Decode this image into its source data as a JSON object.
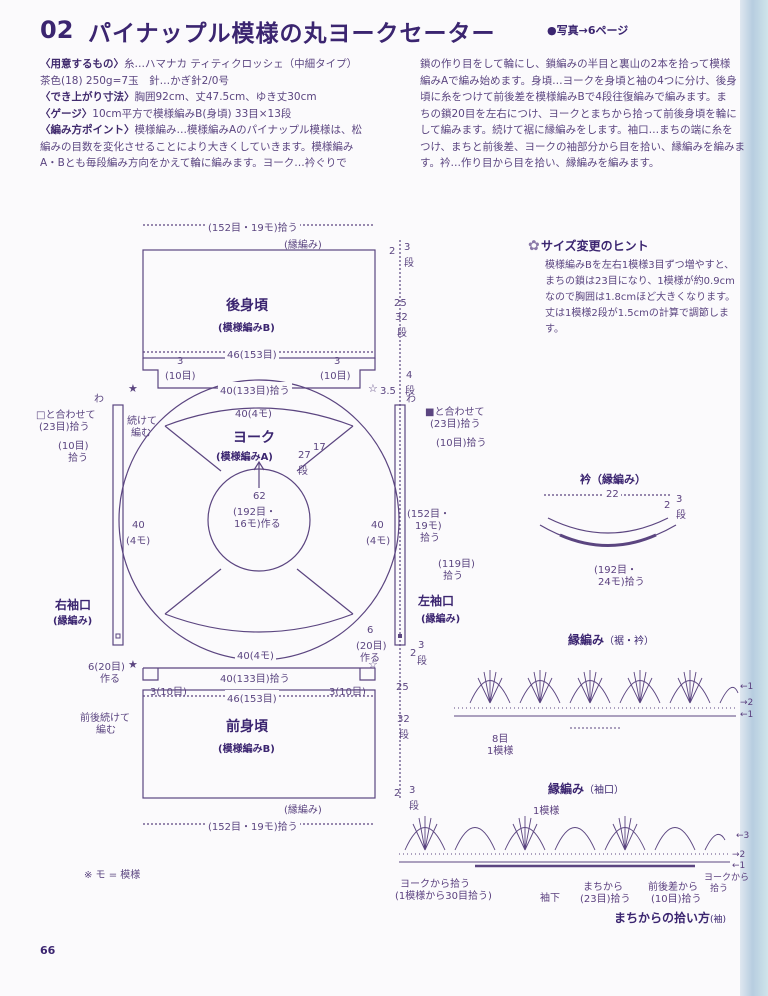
{
  "header": {
    "number": "02",
    "title": "パイナップル模様の丸ヨークセーター",
    "photo_ref": "●写真→6ページ"
  },
  "instructions": {
    "left_lines": [
      {
        "label": "〈用意するもの〉",
        "text": "糸…ハマナカ ティティクロッシェ（中細タイプ）"
      },
      {
        "label": "",
        "text": "茶色(18) 250g=7玉　針…かぎ針2/0号"
      },
      {
        "label": "〈でき上がり寸法〉",
        "text": "胸囲92cm、丈47.5cm、ゆき丈30cm"
      },
      {
        "label": "〈ゲージ〉",
        "text": "10cm平方で模様編みB(身頃) 33目×13段"
      },
      {
        "label": "〈編み方ポイント〉",
        "text": "模様編み…模様編みAのパイナップル模様は、松"
      },
      {
        "label": "",
        "text": "編みの目数を変化させることにより大きくしていきます。模様編み"
      },
      {
        "label": "",
        "text": "A・Bとも毎段編み方向をかえて輪に編みます。ヨーク…衿ぐりで"
      }
    ],
    "right_lines": [
      "鎖の作り目をして輪にし、鎖編みの半目と裏山の2本を拾って模様",
      "編みAで編み始めます。身頃…ヨークを身頃と袖の4つに分け、後身",
      "頃に糸をつけて前後差を模様編みBで4段往復編みで編みます。ま",
      "ちの鎖20目を左右につけ、ヨークとまちから拾って前後身頃を輪に",
      "して編みます。続けて裾に縁編みをします。袖口…まちの端に糸を",
      "つけ、まちと前後差、ヨークの袖部分から目を拾い、縁編みを編みま",
      "す。衿…作り目から目を拾い、縁編みを編みます。"
    ]
  },
  "diagram": {
    "back_top": "(152目・19モ)拾う",
    "back_edge": "(縁編み)",
    "back_name": "後身頃",
    "back_pattern": "(模様編みB)",
    "back_width": "46(153目)",
    "gusset_w": "3",
    "gusset_st": "(10目)",
    "pick_133": "40(133目)拾う",
    "yoke_top": "40(4モ)",
    "yoke_bottom": "40(4モ)",
    "yoke_name": "ヨーク",
    "yoke_pattern": "(模様編みA)",
    "yoke_side_num": "40",
    "yoke_side_mo": "(4モ)",
    "yoke_diag_a": "17",
    "yoke_diag_b": "27",
    "yoke_diag_c": "段",
    "center_a": "62",
    "center_b": "(192目・",
    "center_c": "16モ)作る",
    "wa": "わ",
    "cont_1": "続けて",
    "cont_2": "編む",
    "sq_join_1": "□と合わせて",
    "sq_join_2": "(23目)拾う",
    "blk_join_1": "■と合わせて",
    "blk_join_2": "(23目)拾う",
    "pick10_1": "(10目)",
    "pick10_2": "拾う",
    "pick10_r": "(10目)拾う",
    "sl_152_a": "(152目・",
    "sl_152_b": "19モ)",
    "sl_152_c": "拾う",
    "sl_119_a": "(119目)",
    "sl_119_b": "拾う",
    "right_cuff": "右袖口",
    "left_cuff": "左袖口",
    "cuff_edge": "(縁編み)",
    "make_a": "6(20目)",
    "make_b": "作る",
    "make_r_a": "6",
    "make_r_b": "(20目)",
    "make_r_c": "作る",
    "front_name": "前身頃",
    "front_pattern": "(模様編みB)",
    "front_width": "46(153目)",
    "front_bottom": "(152目・19モ)拾う",
    "front_gusset_l": "3(10目)",
    "front_gusset_r": "3(10目)",
    "body_cont_1": "前後続けて",
    "body_cont_2": "編む",
    "dim_2": "2",
    "dim_3": "3",
    "dim_4": "4",
    "dim_dan": "段",
    "dim_25": "25",
    "dim_32": "32",
    "dim_35": "3.5",
    "dim_2b": "2"
  },
  "hint": {
    "title": "サイズ変更のヒント",
    "lines": [
      "模様編みBを左右1模様3目ずつ増やすと、",
      "まちの鎖は23目になり、1模様が約0.9cm",
      "なので胸囲は1.8cmほど大きくなります。",
      "丈は1模様2段が1.5cmの計算で調節しま",
      "す。"
    ]
  },
  "collar": {
    "title": "衿（縁編み）",
    "width": "22",
    "height_a": "2",
    "height_b": "3",
    "height_c": "段",
    "stitch_a": "(192目・",
    "stitch_b": "24モ)拾う"
  },
  "edging1": {
    "title": "縁編み",
    "subtitle": "（裾・衿）",
    "rows": [
      "←1",
      "→2",
      "←1"
    ],
    "repeat_a": "8目",
    "repeat_b": "1模様"
  },
  "edging2": {
    "title": "縁編み",
    "subtitle": "（袖口）",
    "repeat": "1模様",
    "rows": [
      "←3",
      "→2",
      "←1"
    ],
    "lab_yoke_a": "ヨークから拾う",
    "lab_yoke_b": "(1模様から30目拾う)",
    "lab_underarm": "袖下",
    "lab_gusset_a": "まちから",
    "lab_gusset_b": "(23目)拾う",
    "lab_front_a": "前後差から",
    "lab_front_b": "(10目)拾う",
    "lab_yoke2_a": "ヨークから",
    "lab_yoke2_b": "拾う",
    "pickup_title": "まちからの拾い方",
    "pickup_sub": "(袖)"
  },
  "note": "※ モ = 模様",
  "page_number": "66"
}
